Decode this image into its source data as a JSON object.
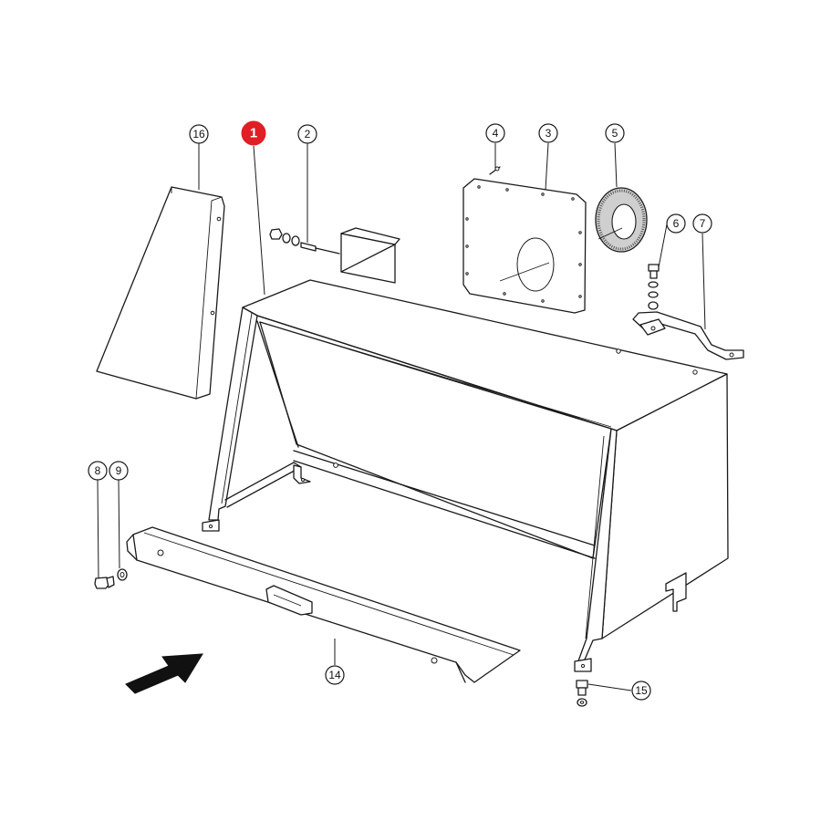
{
  "diagram": {
    "highlight_color": "#e01e24",
    "highlighted_callout": "1",
    "callouts": [
      {
        "id": "c1",
        "label": "1"
      },
      {
        "id": "c2",
        "label": "2"
      },
      {
        "id": "c3",
        "label": "3"
      },
      {
        "id": "c4",
        "label": "4"
      },
      {
        "id": "c5",
        "label": "5"
      },
      {
        "id": "c6",
        "label": "6"
      },
      {
        "id": "c7",
        "label": "7"
      },
      {
        "id": "c8",
        "label": "8"
      },
      {
        "id": "c9",
        "label": "9"
      },
      {
        "id": "c14",
        "label": "14"
      },
      {
        "id": "c15",
        "label": "15"
      },
      {
        "id": "c16",
        "label": "16"
      }
    ]
  }
}
